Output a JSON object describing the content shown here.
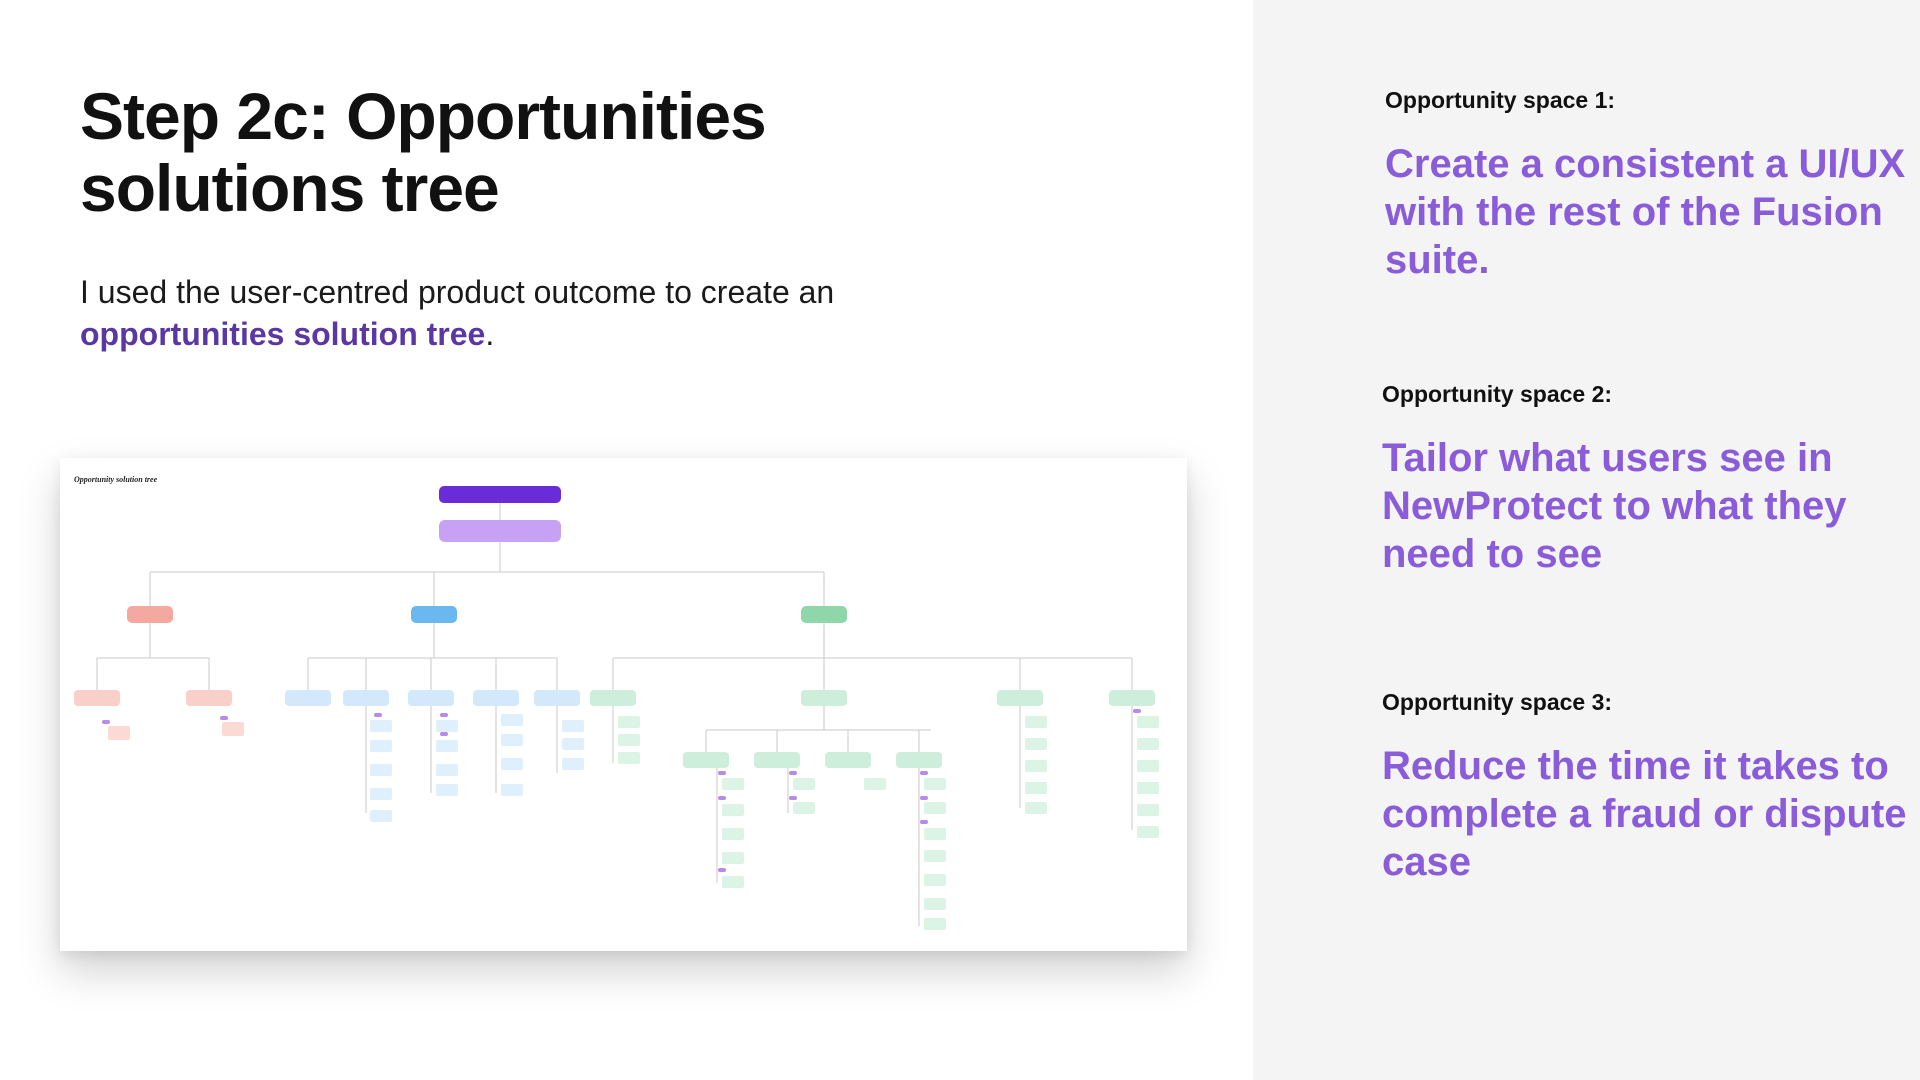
{
  "title": "Step 2c: Opportunities solutions tree",
  "intro": {
    "text_before": "I used the user-centred product outcome to create an ",
    "link_text": "opportunities solution tree",
    "text_after": "."
  },
  "tree_preview": {
    "title": "Opportunity solution tree"
  },
  "opportunity_spaces": [
    {
      "label": "Opportunity space 1:",
      "text": "Create a consistent a UI/UX with the rest of the Fusion suite."
    },
    {
      "label": "Opportunity space 2:",
      "text": "Tailor what users see in NewProtect to what they need to see"
    },
    {
      "label": "Opportunity space 3:",
      "text": "Reduce the time it takes to complete a fraud or dispute case"
    }
  ],
  "colors": {
    "accent_purple": "#8a5cd9",
    "link_purple": "#5b37a4",
    "right_panel_bg": "#f4f4f4",
    "node_red": "#f4a9a0",
    "node_blue": "#6bb8f0",
    "node_green": "#8fd6a8"
  }
}
